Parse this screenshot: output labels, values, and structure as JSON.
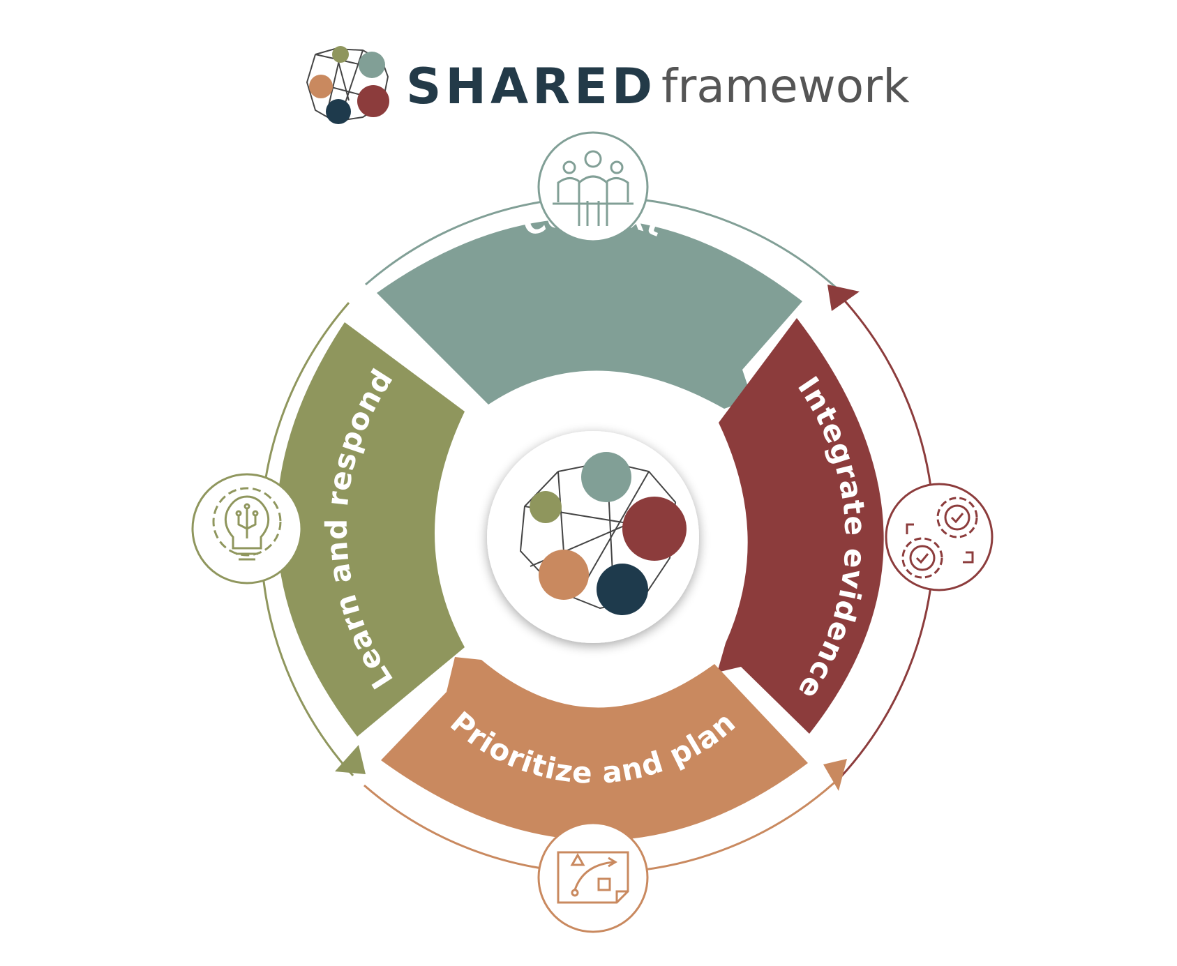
{
  "header": {
    "brand": "SHARED",
    "subtitle": "framework"
  },
  "segments": [
    {
      "label": "Context",
      "color": "#819f96",
      "icon": "people-icon"
    },
    {
      "label": "Integrate evidence",
      "color": "#8c3c3c",
      "icon": "gears-icon"
    },
    {
      "label": "Prioritize and plan",
      "color": "#c9895f",
      "icon": "plan-icon"
    },
    {
      "label": "Learn and respond",
      "color": "#8f965d",
      "icon": "lightbulb-icon"
    }
  ],
  "palette": {
    "teal": "#819f96",
    "red": "#8c3c3c",
    "orange": "#c9895f",
    "olive": "#8f965d",
    "navy": "#1e3a4c",
    "text_dark": "#233a48",
    "text_grey": "#555555"
  }
}
